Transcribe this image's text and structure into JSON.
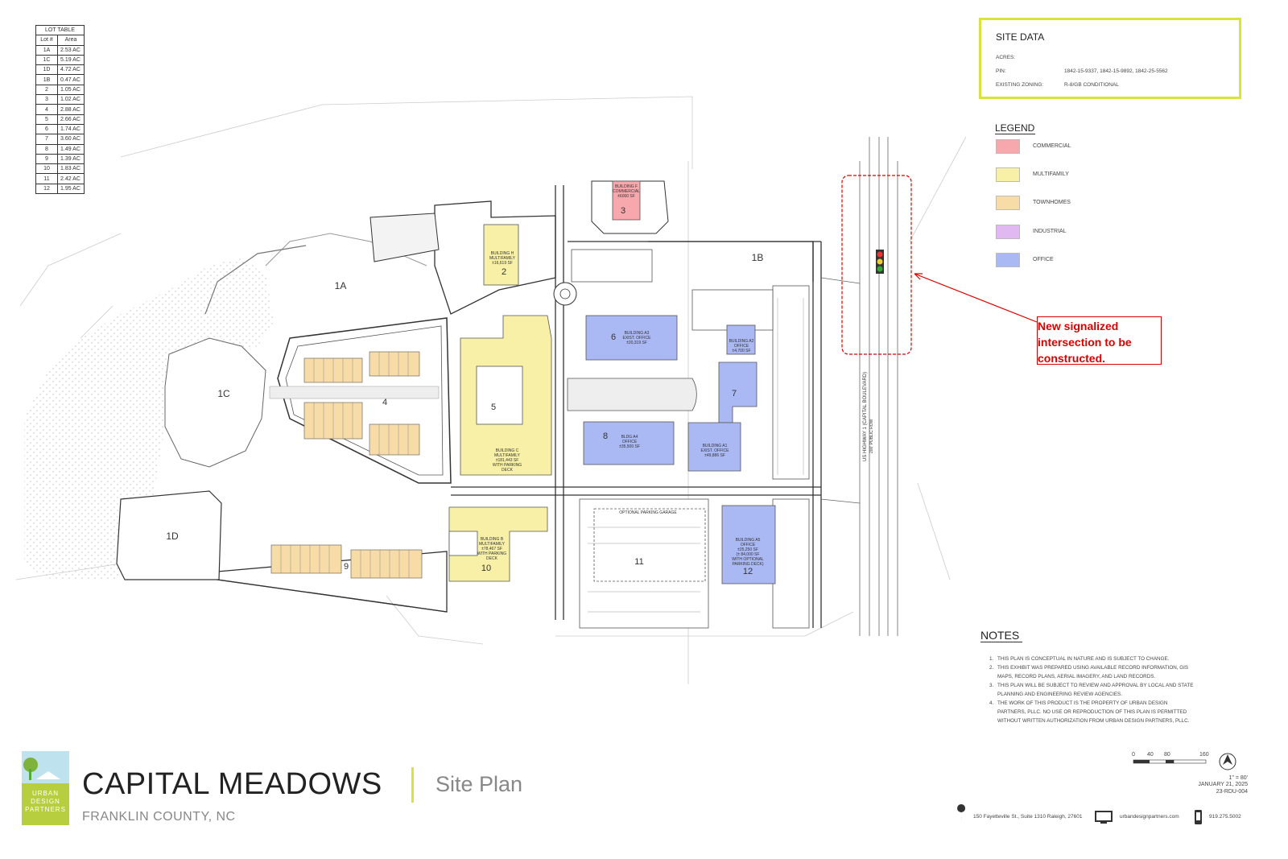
{
  "lot_table": {
    "caption": "LOT TABLE",
    "col_lot": "Lot #",
    "col_area": "Area",
    "rows": [
      {
        "lot": "1A",
        "area": "2.53 AC"
      },
      {
        "lot": "1C",
        "area": "5.19 AC"
      },
      {
        "lot": "1D",
        "area": "4.72 AC"
      },
      {
        "lot": "1B",
        "area": "0.47 AC"
      },
      {
        "lot": "2",
        "area": "1.05 AC"
      },
      {
        "lot": "3",
        "area": "1.02 AC"
      },
      {
        "lot": "4",
        "area": "2.88 AC"
      },
      {
        "lot": "5",
        "area": "2.66 AC"
      },
      {
        "lot": "6",
        "area": "1.74 AC"
      },
      {
        "lot": "7",
        "area": "3.60 AC"
      },
      {
        "lot": "8",
        "area": "1.49 AC"
      },
      {
        "lot": "9",
        "area": "1.39 AC"
      },
      {
        "lot": "10",
        "area": "1.83 AC"
      },
      {
        "lot": "11",
        "area": "2.42 AC"
      },
      {
        "lot": "12",
        "area": "1.95 AC"
      }
    ]
  },
  "site_data": {
    "title": "SITE DATA",
    "acres_label": "ACRES:",
    "acres_value": "",
    "pin_label": "PIN:",
    "pin_value": "1842-15-9337, 1842-15-9892, 1842-25-5562",
    "zoning_label": "EXISTING ZONING:",
    "zoning_value": "R-8/GB CONDITIONAL"
  },
  "legend": {
    "title": "LEGEND",
    "items": [
      {
        "label": "COMMERCIAL",
        "color": "#f7a8ad"
      },
      {
        "label": "MULTIFAMILY",
        "color": "#f7f0a6"
      },
      {
        "label": "TOWNHOMES",
        "color": "#f8dca8"
      },
      {
        "label": "INDUSTRIAL",
        "color": "#e2b8f3"
      },
      {
        "label": "OFFICE",
        "color": "#aab8f4"
      }
    ]
  },
  "callout": {
    "line1": "New signalized",
    "line2": "intersection to be",
    "line3": "constructed."
  },
  "map": {
    "lots": {
      "1A": "1A",
      "1B": "1B",
      "1C": "1C",
      "1D": "1D"
    },
    "buildings": {
      "b2": {
        "num": "2",
        "text": "BUILDING H\nMULTIFAMILY\n±16,619 SF"
      },
      "b3": {
        "num": "3",
        "text": "BUILDING F\nCOMMERCIAL\n±6000 SF"
      },
      "b4": {
        "num": "4"
      },
      "b5": {
        "num": "5",
        "text": "BUILDING C\nMULTIFAMILY\n±181,443 SF\nWITH PARKING\nDECK"
      },
      "b6": {
        "num": "6",
        "text": "BUILDING A3\nEXIST. OFFICE\n±20,319 SF"
      },
      "b7": {
        "num": "7",
        "text": "BUILDING A2\nOFFICE\n±4,700 SF"
      },
      "b8": {
        "num": "8",
        "text": "BLDG A4\nOFFICE\n±35,500 SF"
      },
      "a1": {
        "text": "BUILDING A1\nEXIST. OFFICE\n±49,886 SF"
      },
      "b9": {
        "num": "9"
      },
      "b10": {
        "num": "10",
        "text": "BUILDING B\nMULTIFAMILY\n±78,467 SF\nWITH PARKING\nDECK"
      },
      "b11": {
        "num": "11",
        "text": "OPTIONAL PARKING GARAGE"
      },
      "b12": {
        "num": "12",
        "text": "BUILDING A5\nOFFICE\n±25,250 SF\n(± 84,000 SF\nWITH OPTIONAL\nPARKING DECK)"
      }
    },
    "road_label_1": "US HIGHWAY 1 (CAPITAL BOULEVARD)",
    "road_label_2": "200' PUBLIC ROW"
  },
  "notes": {
    "title": "NOTES",
    "items": [
      {
        "num": "1.",
        "text": "THIS PLAN IS CONCEPTUAL IN NATURE AND IS SUBJECT TO CHANGE."
      },
      {
        "num": "2.",
        "text": "THIS EXHIBIT WAS PREPARED USING AVAILABLE RECORD INFORMATION, GIS MAPS, RECORD PLANS, AERIAL IMAGERY, AND LAND RECORDS."
      },
      {
        "num": "3.",
        "text": "THIS PLAN WILL BE SUBJECT TO REVIEW AND APPROVAL BY LOCAL AND STATE PLANNING AND ENGINEERING REVIEW AGENCIES."
      },
      {
        "num": "4.",
        "text": "THE WORK OF THIS PRODUCT IS THE PROPERTY OF URBAN DESIGN PARTNERS, PLLC. NO USE OR REPRODUCTION OF THIS PLAN IS PERMITTED WITHOUT WRITTEN AUTHORIZATION FROM URBAN DESIGN PARTNERS, PLLC."
      }
    ]
  },
  "title_block": {
    "logo_text": "URBAN DESIGN PARTNERS",
    "project": "CAPITAL MEADOWS",
    "county": "FRANKLIN COUNTY, NC",
    "sheet": "Site Plan",
    "scale_ticks": [
      "0",
      "40",
      "80",
      "160"
    ],
    "scale": "1\" = 80'",
    "date": "JANUARY 21, 2025",
    "job": "23-RDU-004"
  },
  "footer": {
    "address": "150 Fayetteville St., Suite 1310 Raleigh, 27601",
    "website": "urbandesignpartners.com",
    "phone": "919.275.5002"
  },
  "colors": {
    "commercial": "#f7a8ad",
    "multifamily": "#f7f0a6",
    "townhomes": "#f8dca8",
    "office": "#aab8f4",
    "accent": "#d9e33c",
    "callout": "#d00000"
  }
}
